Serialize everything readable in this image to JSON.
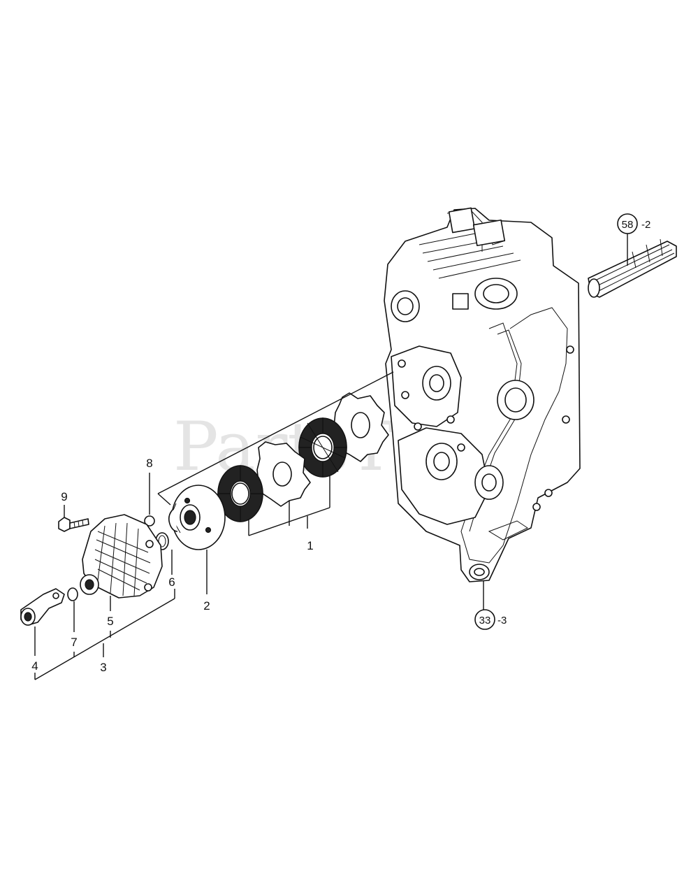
{
  "watermark": "PartsTree",
  "callouts": {
    "c1": "1",
    "c2": "2",
    "c3": "3",
    "c4": "4",
    "c5": "5",
    "c6": "6",
    "c7": "7",
    "c8": "8",
    "c9": "9"
  },
  "references": {
    "ref58_num": "58",
    "ref58_suffix": "-2",
    "ref33_num": "33",
    "ref33_suffix": "-3"
  }
}
